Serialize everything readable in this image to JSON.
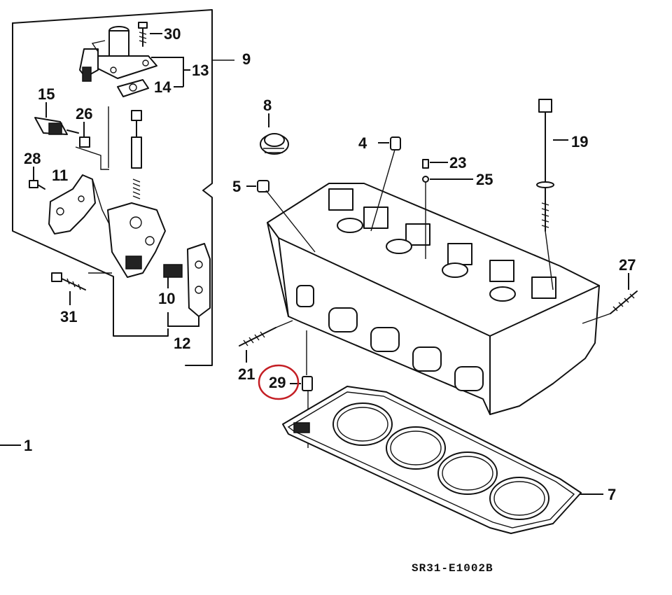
{
  "diagram": {
    "callouts": {
      "c1": "1",
      "c4": "4",
      "c5": "5",
      "c7": "7",
      "c8": "8",
      "c9": "9",
      "c10": "10",
      "c11": "11",
      "c12": "12",
      "c13": "13",
      "c14": "14",
      "c15": "15",
      "c19": "19",
      "c21": "21",
      "c23": "23",
      "c25": "25",
      "c26": "26",
      "c27": "27",
      "c28": "28",
      "c29": "29",
      "c30": "30",
      "c31": "31"
    },
    "highlighted_part": "29",
    "highlight_color": "#c41e24",
    "drawing_code": "SR31-E1002B"
  }
}
